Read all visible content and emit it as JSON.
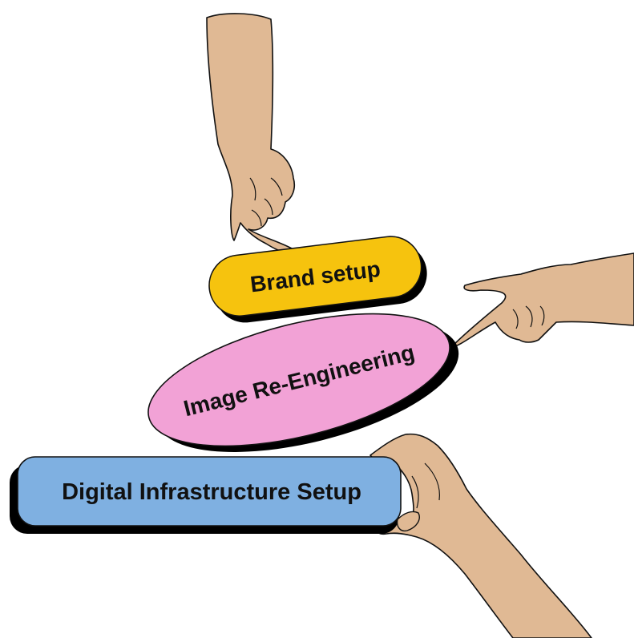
{
  "labels": {
    "brand": "Brand setup",
    "image": "Image Re-Engineering",
    "digital": "Digital Infrastructure Setup"
  },
  "colors": {
    "brand_fill": "#F6C30E",
    "image_fill": "#F2A2D6",
    "digital_fill": "#7FB0E1",
    "skin": "#E0B994",
    "outline": "#111111",
    "shadow": "#000000"
  },
  "icons": {
    "top_hand": "pointing-hand-icon",
    "right_hand": "pointing-hand-icon",
    "bottom_hand": "pinching-hand-icon"
  }
}
